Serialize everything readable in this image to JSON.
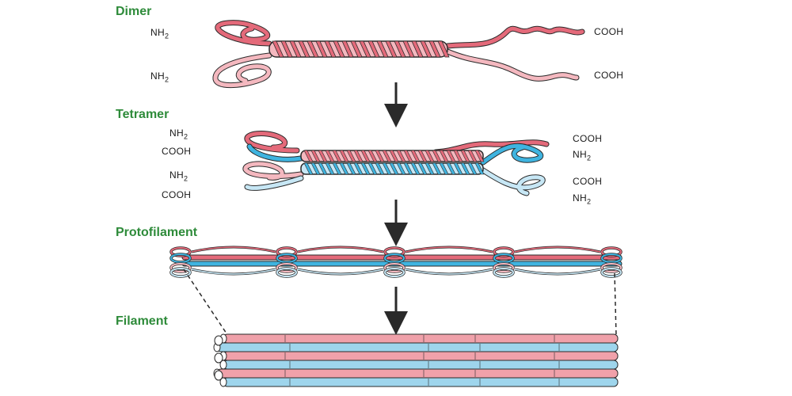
{
  "colors": {
    "label_green": "#2e8b3a",
    "pink_dark": "#e46a7a",
    "pink_light": "#f4b8bf",
    "blue_dark": "#3fb4e0",
    "blue_light": "#c7e7f5",
    "outline": "#2a2a2a",
    "arrow": "#2a2a2a"
  },
  "stages": {
    "dimer": "Dimer",
    "tetramer": "Tetramer",
    "protofilament": "Protofilament",
    "filament": "Filament"
  },
  "dimer": {
    "left_top": {
      "base": "NH",
      "sub": "2"
    },
    "left_bottom": {
      "base": "NH",
      "sub": "2"
    },
    "right_top": "COOH",
    "right_bottom": "COOH"
  },
  "tetramer": {
    "left_1": {
      "base": "NH",
      "sub": "2"
    },
    "left_2": "COOH",
    "left_3": {
      "base": "NH",
      "sub": "2"
    },
    "left_4": "COOH",
    "right_1": "COOH",
    "right_2": {
      "base": "NH",
      "sub": "2"
    },
    "right_3": "COOH",
    "right_4": {
      "base": "NH",
      "sub": "2"
    }
  }
}
